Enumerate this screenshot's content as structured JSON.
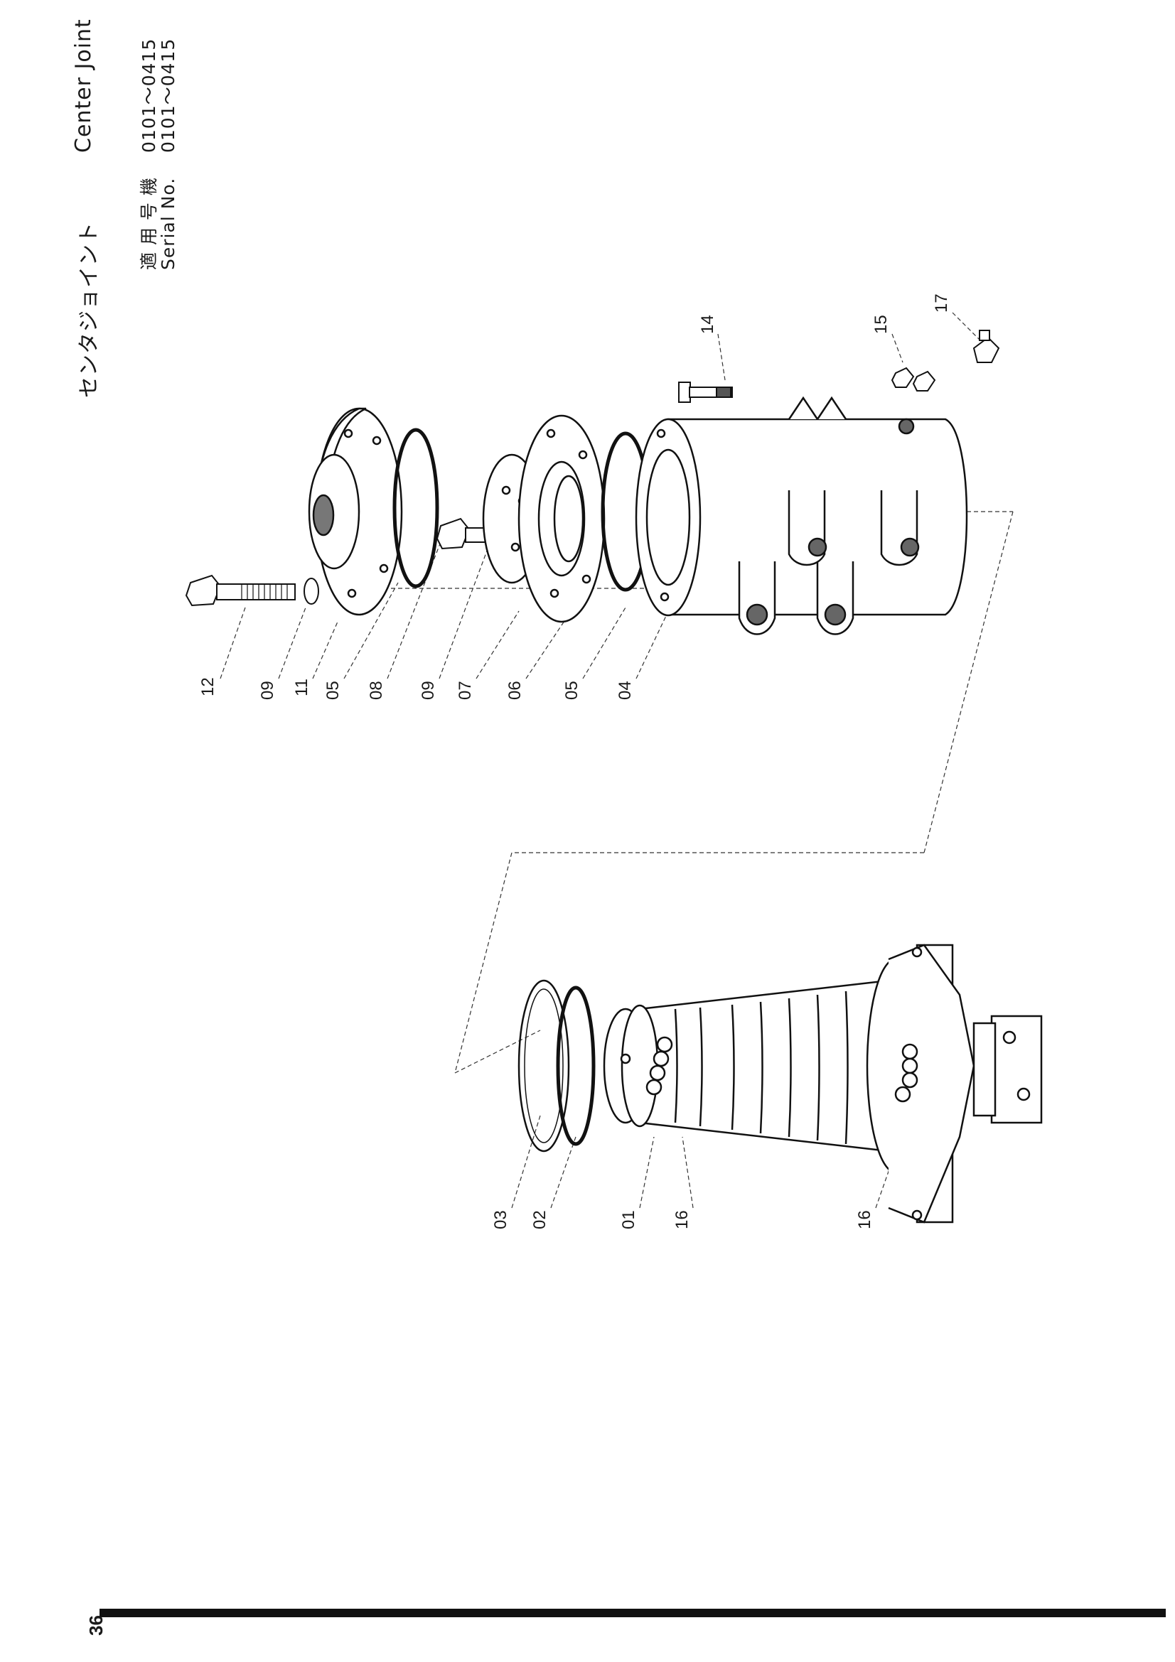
{
  "header": {
    "title_jp": "センタジョイント",
    "title_en": "Center Joint",
    "serial_label_jp": "適 用 号 機",
    "serial_label_en": "Serial No.",
    "serial_range_jp": "0101～0415",
    "serial_range_en": "0101～0415"
  },
  "page_number": "36",
  "callouts": [
    "12",
    "09",
    "11",
    "05",
    "08",
    "09",
    "07",
    "06",
    "05",
    "04",
    "14",
    "15",
    "17",
    "03",
    "02",
    "01",
    "16",
    "16"
  ]
}
